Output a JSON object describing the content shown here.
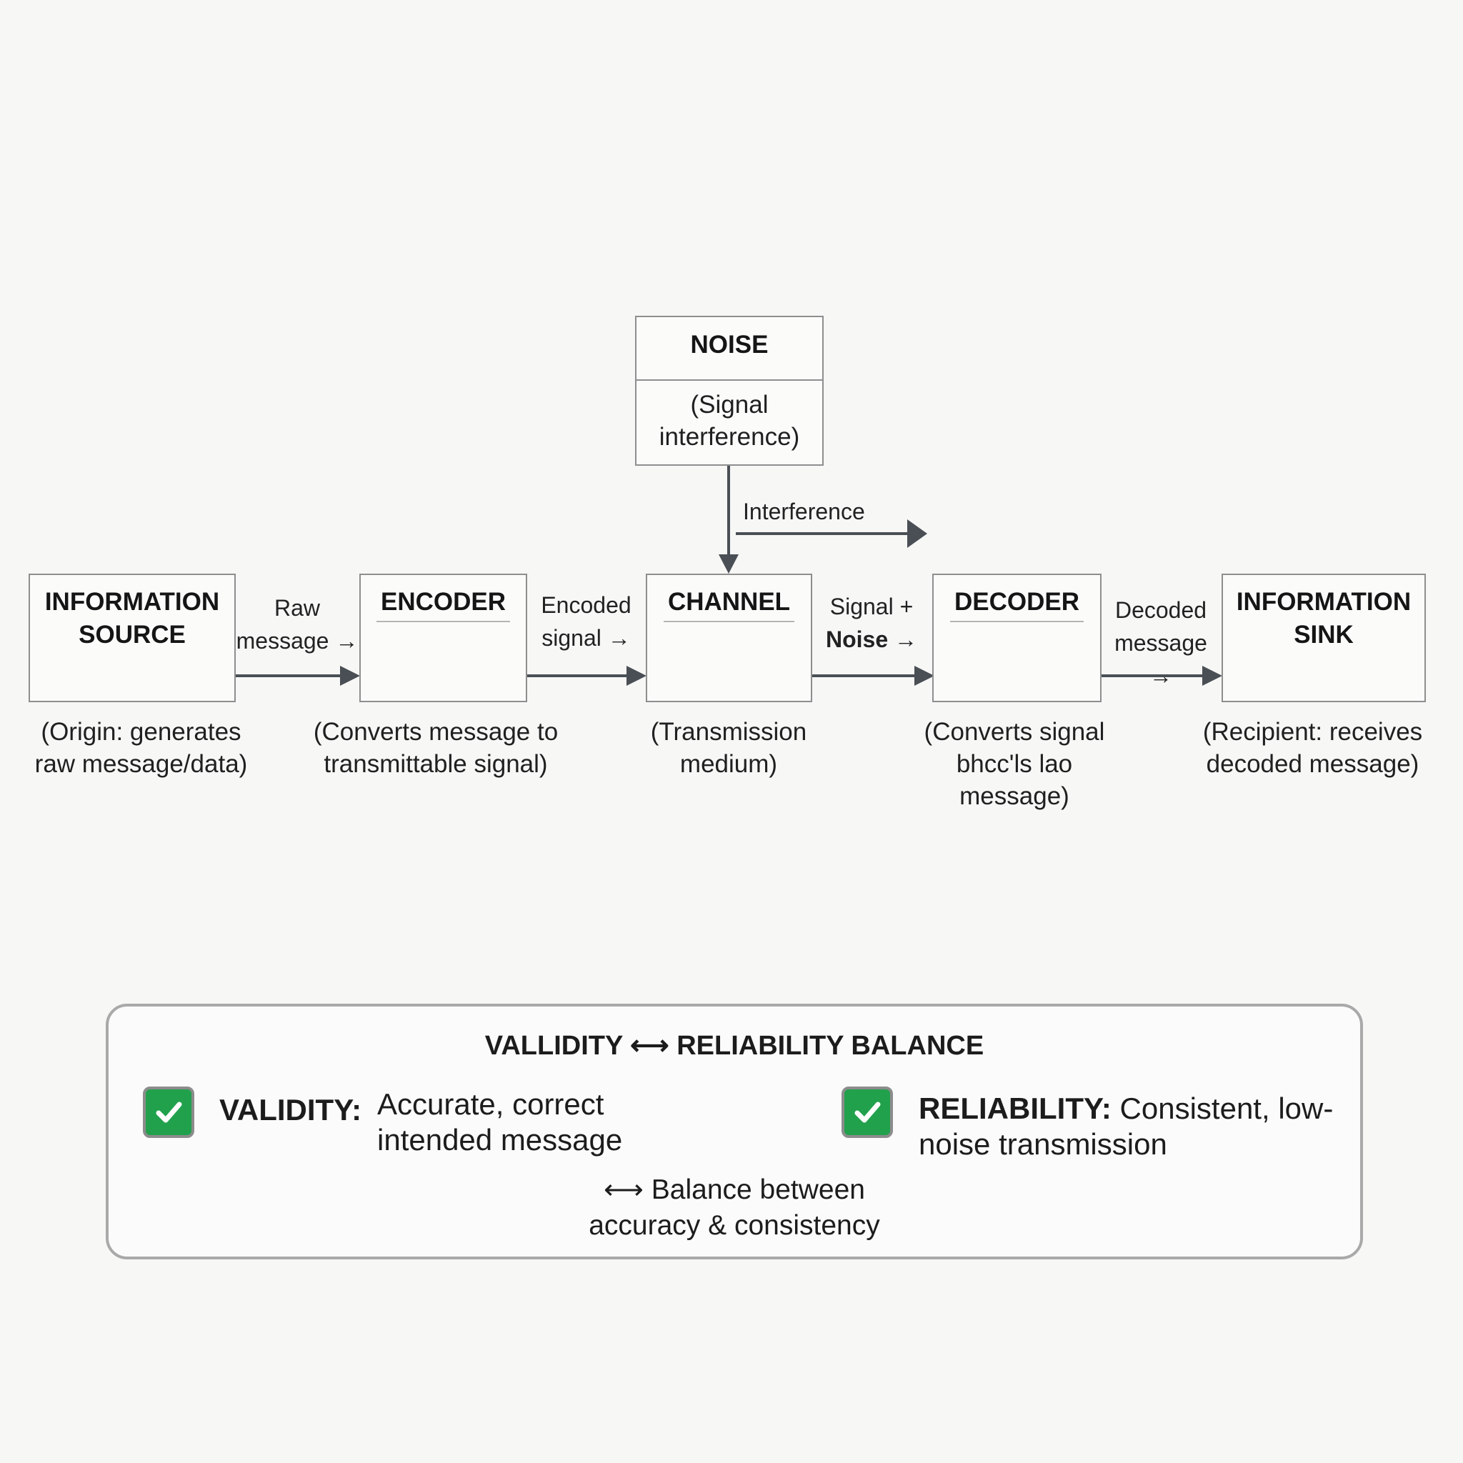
{
  "noise": {
    "title": "NOISE",
    "description": "(Signal interference)",
    "arrow_label": "Interference"
  },
  "flow": [
    {
      "title": "INFORMATION SOURCE",
      "caption": "(Origin: generates raw message/data)"
    },
    {
      "title": "ENCODER",
      "caption": "(Converts message to transmittable signal)"
    },
    {
      "title": "CHANNEL",
      "caption": "(Transmission medium)"
    },
    {
      "title": "DECODER",
      "caption": "(Converts signal bhcc'ls lao message)"
    },
    {
      "title": "INFORMATION SINK",
      "caption": "(Recipient: receives decoded message)"
    }
  ],
  "edges": [
    {
      "line1": "Raw",
      "line2": "message →"
    },
    {
      "line1": "Encoded",
      "line2": "signal →"
    },
    {
      "line1": "Signal +",
      "line2": "Noise →"
    },
    {
      "line1": "Decoded",
      "line2": "message →"
    }
  ],
  "balance": {
    "title": "VALLIDITY ⟷ RELIABILITY BALANCE",
    "validity": {
      "label": "VALIDITY:",
      "line1": "Accurate, correct",
      "line2": "intended message",
      "icon": "check-icon"
    },
    "reliability": {
      "label": "RELIABILITY:",
      "line1": "Consistent, low-",
      "line2": "noise transmission",
      "icon": "check-icon"
    },
    "footer_line1": "⟷ Balance between",
    "footer_line2": "accuracy & consistency"
  },
  "colors": {
    "check_green": "#22a14d",
    "arrow": "#4a4f55",
    "border": "#8e8e8e"
  }
}
